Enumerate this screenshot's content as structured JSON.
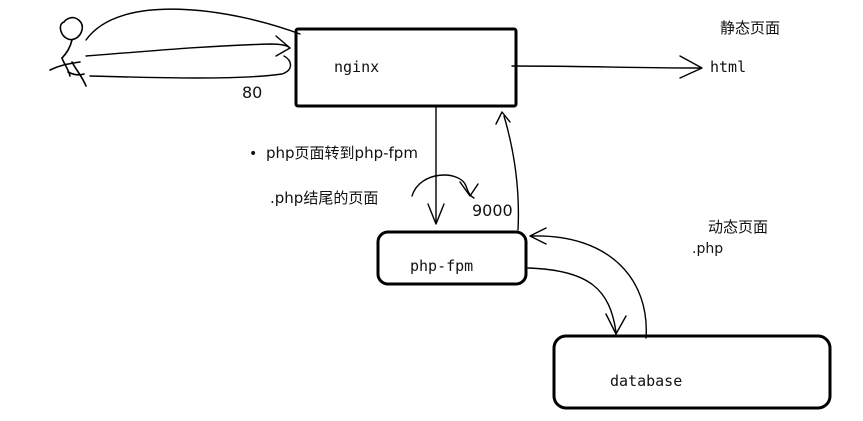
{
  "nodes": {
    "nginx": "nginx",
    "php_fpm": "php-fpm",
    "database": "database",
    "html": "html"
  },
  "labels": {
    "static_page": "静态页面",
    "dynamic_page": "动态页面",
    "dynamic_ext": ".php",
    "port_80": "80",
    "port_9000": "9000",
    "forward_note": "php页面转到php-fpm",
    "suffix_note": ".php结尾的页面"
  }
}
